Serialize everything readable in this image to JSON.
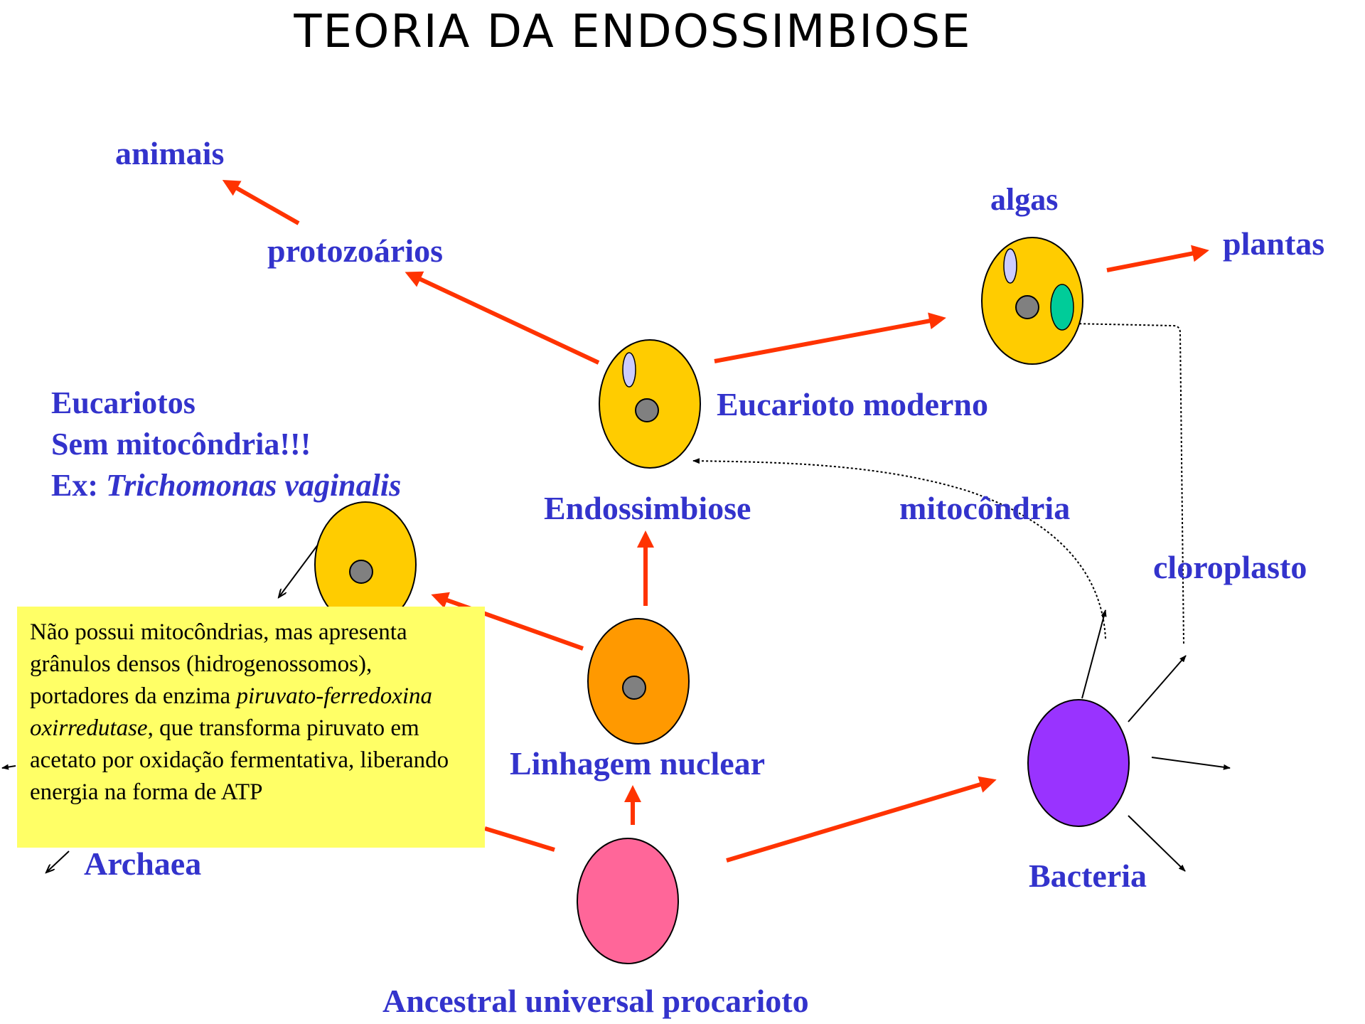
{
  "title": "TEORIA DA ENDOSSIMBIOSE",
  "labels": {
    "animais": "animais",
    "protozoarios": "protozoários",
    "algas": "algas",
    "plantas": "plantas",
    "eucarioto_moderno": "Eucarioto moderno",
    "endossimbiose": "Endossimbiose",
    "mitocondria": "mitocôndria",
    "cloroplasto": "cloroplasto",
    "linhagem_nuclear": "Linhagem nuclear",
    "archaea": "Archaea",
    "bacteria": "Bacteria",
    "ancestral": "Ancestral universal procarioto"
  },
  "eukaryote_note": {
    "line1": "Eucariotos",
    "line2": "Sem mitocôndria!!!",
    "line3_prefix": "Ex: ",
    "line3_species": "Trichomonas vaginalis"
  },
  "callout": {
    "t1": "Não possui mitocôndrias, mas apresenta grânulos densos (hidrogenossomos), portadores da enzima ",
    "t2": "piruvato-ferredoxina oxirredutase",
    "t3": ", que transforma piruvato em acetato por oxidação fermentativa, liberando energia na forma de ATP"
  },
  "colors": {
    "label_blue": "#3333cc",
    "arrow_red": "#ff3300",
    "cell_yellow": "#ffcc00",
    "cell_orange": "#ff9900",
    "cell_pink": "#ff6699",
    "cell_purple": "#9933ff",
    "nucleus_gray": "#808080",
    "chloroplast_green": "#00cc99",
    "mitochondrion_lavender": "#ccccff",
    "callout_yellow": "#ffff66"
  }
}
